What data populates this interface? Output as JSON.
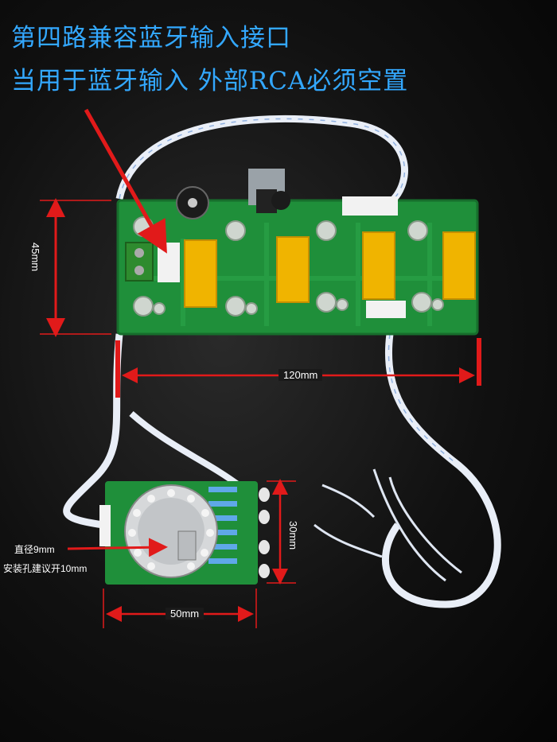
{
  "header": {
    "line1": "第四路兼容蓝牙输入接口",
    "line2": "当用于蓝牙输入 外部RCA必须空置"
  },
  "dimensions": {
    "main_height": "45mm",
    "main_width": "120mm",
    "knob_height": "30mm",
    "knob_width": "50mm"
  },
  "notes": {
    "diameter": "直径9mm",
    "mount_hole": "安装孔建议开10mm"
  },
  "colors": {
    "title": "#33a8ff",
    "pcb": "#1f8f3a",
    "relay": "#f0b400",
    "dimension": "#e11a1a"
  }
}
